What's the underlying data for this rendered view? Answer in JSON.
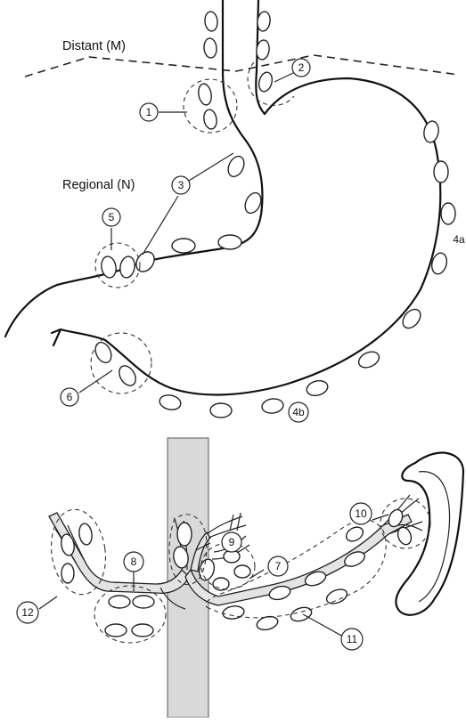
{
  "labels": {
    "distant": "Distant (M)",
    "regional": "Regional (N)"
  },
  "stations": [
    "1",
    "2",
    "3",
    "4a",
    "4b",
    "5",
    "6",
    "7",
    "8",
    "9",
    "10",
    "11",
    "12"
  ]
}
